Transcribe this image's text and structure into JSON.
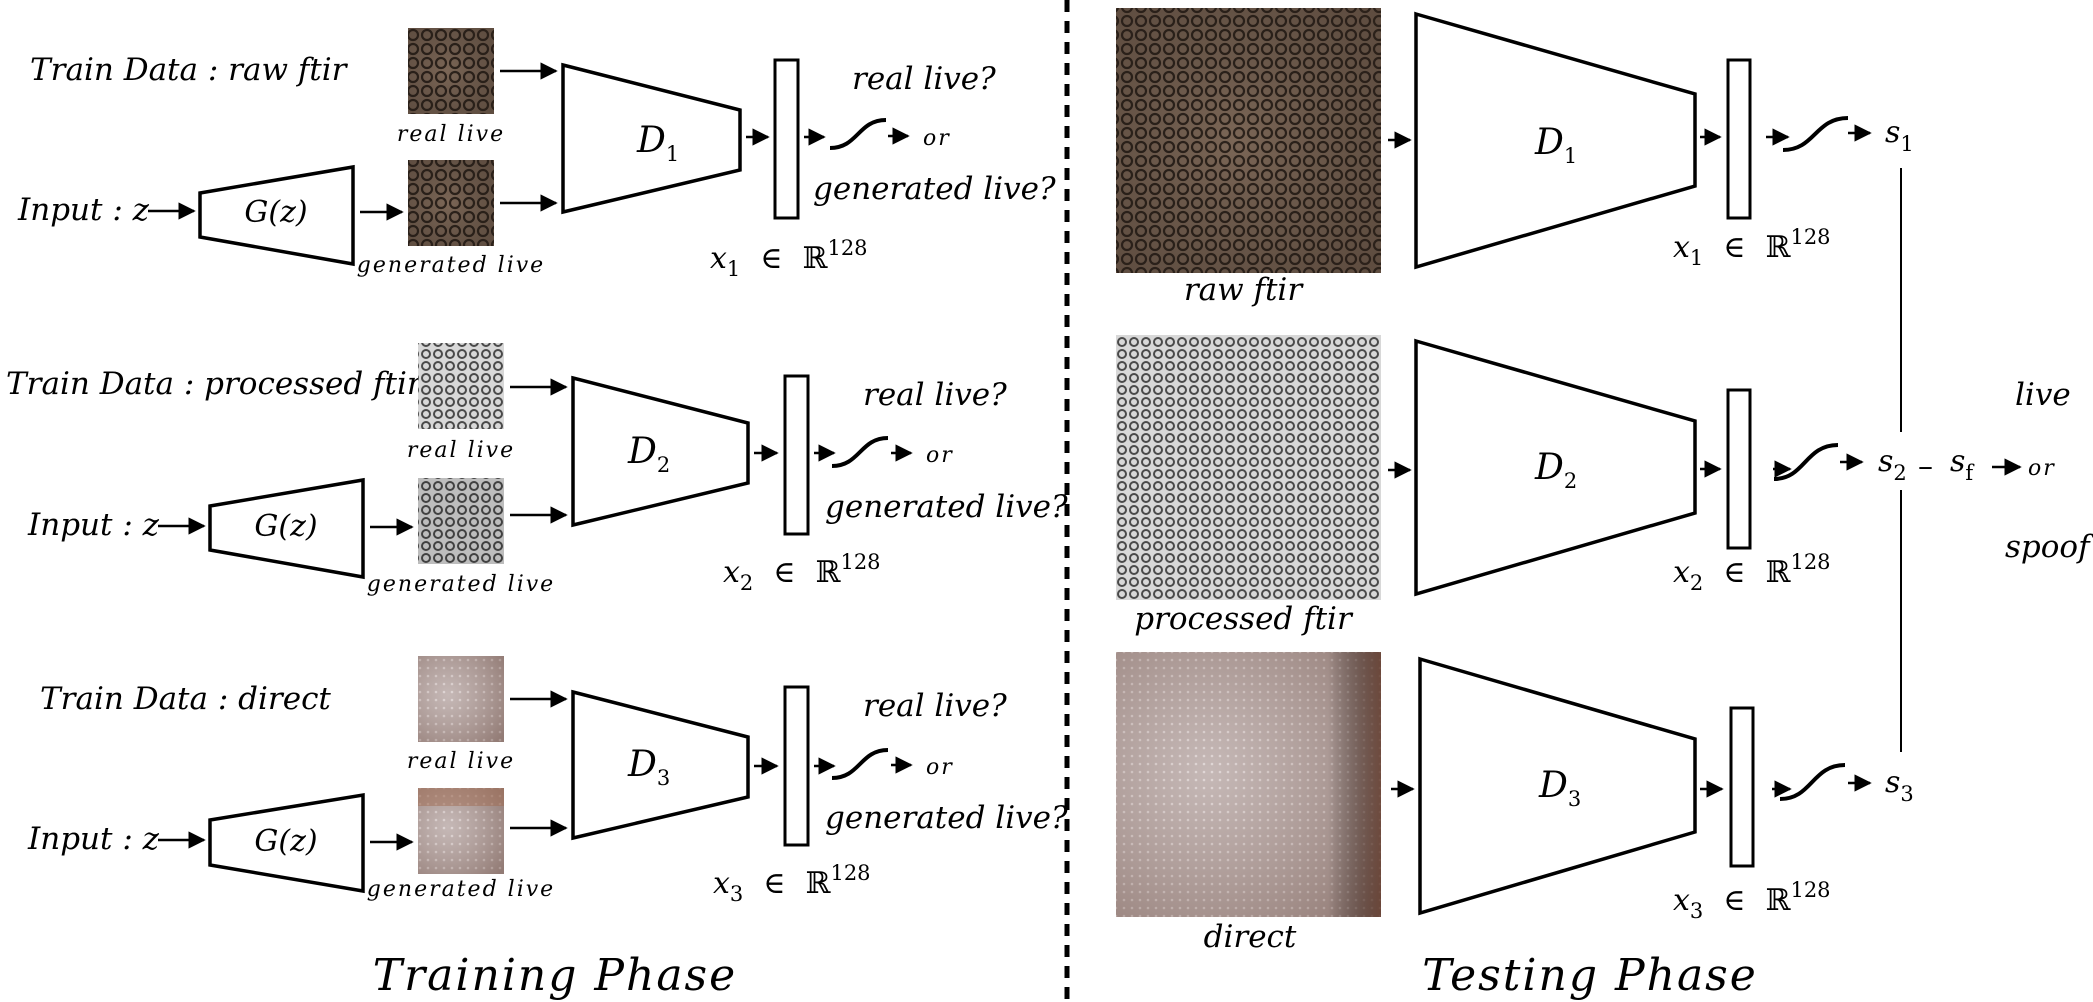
{
  "training": {
    "title": "Training Phase",
    "rows": [
      {
        "train_label": "Train Data : raw ftir",
        "input_label": "Input : z",
        "generator": "G(z)",
        "real_caption": "real live",
        "generated_caption": "generated live",
        "discriminator": "D",
        "disc_sub": "1",
        "question_top": "real live?",
        "question_or": "or",
        "question_bottom": "generated live?",
        "feature_var": "x",
        "feature_sub": "1",
        "feature_in": "∈",
        "feature_space": "ℝ",
        "feature_dim": "128"
      },
      {
        "train_label": "Train Data : processed ftir",
        "input_label": "Input : z",
        "generator": "G(z)",
        "real_caption": "real live",
        "generated_caption": "generated live",
        "discriminator": "D",
        "disc_sub": "2",
        "question_top": "real live?",
        "question_or": "or",
        "question_bottom": "generated live?",
        "feature_var": "x",
        "feature_sub": "2",
        "feature_in": "∈",
        "feature_space": "ℝ",
        "feature_dim": "128"
      },
      {
        "train_label": "Train Data : direct",
        "input_label": "Input : z",
        "generator": "G(z)",
        "real_caption": "real live",
        "generated_caption": "generated live",
        "discriminator": "D",
        "disc_sub": "3",
        "question_top": "real live?",
        "question_or": "or",
        "question_bottom": "generated live?",
        "feature_var": "x",
        "feature_sub": "3",
        "feature_in": "∈",
        "feature_space": "ℝ",
        "feature_dim": "128"
      }
    ]
  },
  "testing": {
    "title": "Testing Phase",
    "rows": [
      {
        "image_caption": "raw ftir",
        "discriminator": "D",
        "disc_sub": "1",
        "feature_var": "x",
        "feature_sub": "1",
        "feature_in": "∈",
        "feature_space": "ℝ",
        "feature_dim": "128",
        "score": "s",
        "score_sub": "1"
      },
      {
        "image_caption": "processed ftir",
        "discriminator": "D",
        "disc_sub": "2",
        "feature_var": "x",
        "feature_sub": "2",
        "feature_in": "∈",
        "feature_space": "ℝ",
        "feature_dim": "128",
        "score": "s",
        "score_sub": "2"
      },
      {
        "image_caption": "direct",
        "discriminator": "D",
        "disc_sub": "3",
        "feature_var": "x",
        "feature_sub": "3",
        "feature_in": "∈",
        "feature_space": "ℝ",
        "feature_dim": "128",
        "score": "s",
        "score_sub": "3"
      }
    ],
    "fusion_dash": "–",
    "fusion_score": "s",
    "fusion_sub": "f",
    "decision_top": "live",
    "decision_or": "or",
    "decision_bottom": "spoof"
  },
  "colors": {
    "ftir_raw": "#6e5a4c",
    "ftir_processed": "#8a8a8a",
    "direct": "#b8a8a4",
    "line": "#000000"
  }
}
